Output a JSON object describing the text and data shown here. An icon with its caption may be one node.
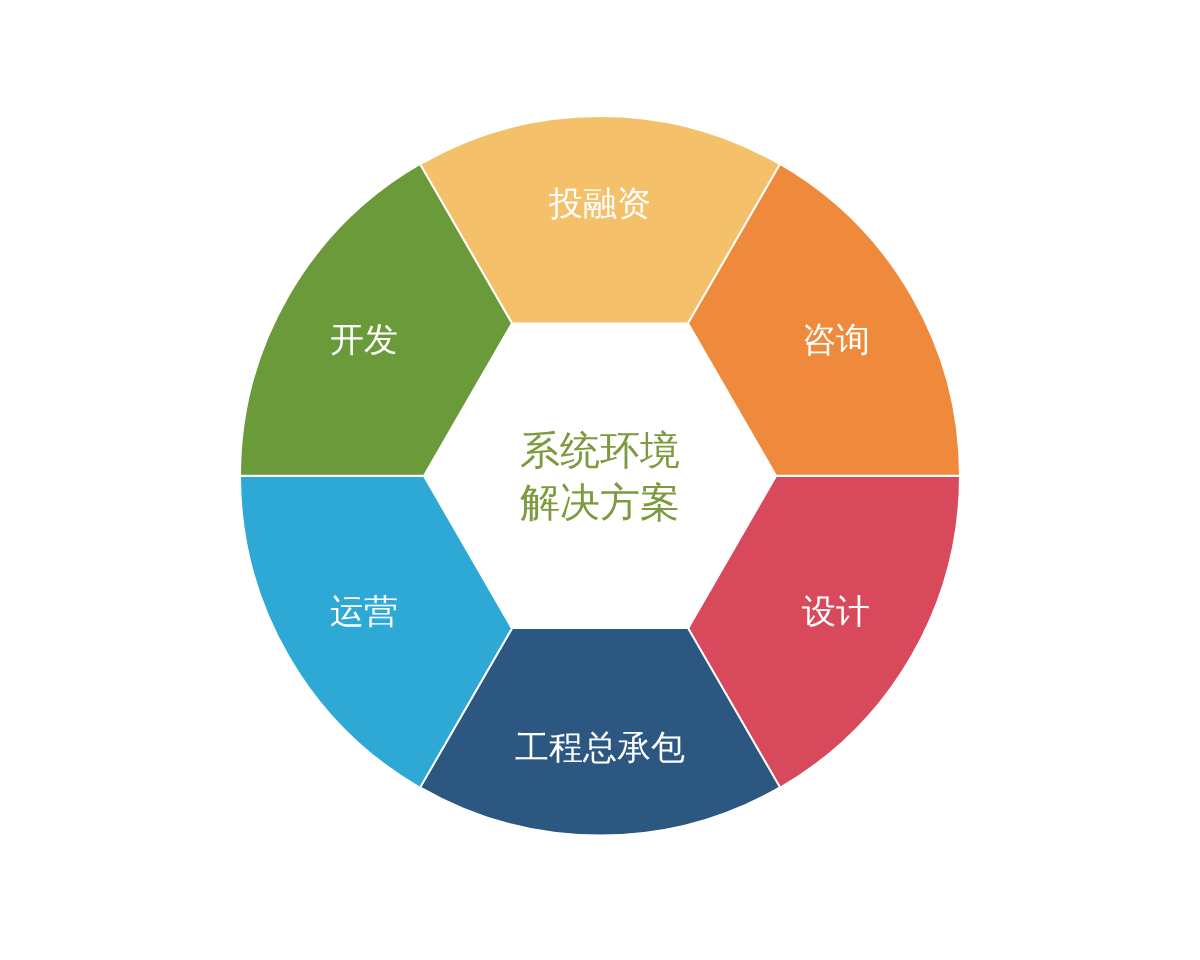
{
  "diagram": {
    "nodes": [
      {
        "text": [
          "投融资"
        ]
      },
      {
        "text": [
          "咨询"
        ]
      },
      {
        "text": [
          "设计"
        ]
      },
      {
        "text": [
          "工程总承包"
        ]
      },
      {
        "text": [
          "运营"
        ]
      },
      {
        "text": [
          "开发"
        ]
      },
      {
        "text": [
          "系统环境解决方案"
        ]
      }
    ]
  }
}
